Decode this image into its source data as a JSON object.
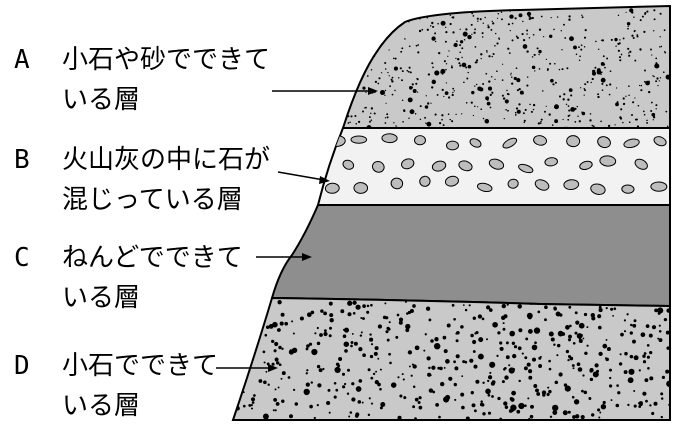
{
  "layers": [
    {
      "letter": "A",
      "line1": "小石や砂でできて",
      "line2": "いる層",
      "texture": "fine-sand-with-pebbles",
      "fill": "#c9c9c9"
    },
    {
      "letter": "B",
      "line1": "火山灰の中に石が",
      "line2": "混じっている層",
      "texture": "volcanic-ash-with-stones",
      "fill": "#f2f2f2"
    },
    {
      "letter": "C",
      "line1": "ねんどでできて",
      "line2": "いる層",
      "texture": "clay",
      "fill": "#8e8e8e"
    },
    {
      "letter": "D",
      "line1": "小石でできて",
      "line2": "いる層",
      "texture": "pebbles",
      "fill": "#c9c9c9"
    }
  ],
  "colors": {
    "outline": "#000000",
    "stone_fill": "#bdbdbd",
    "background": "#ffffff"
  }
}
